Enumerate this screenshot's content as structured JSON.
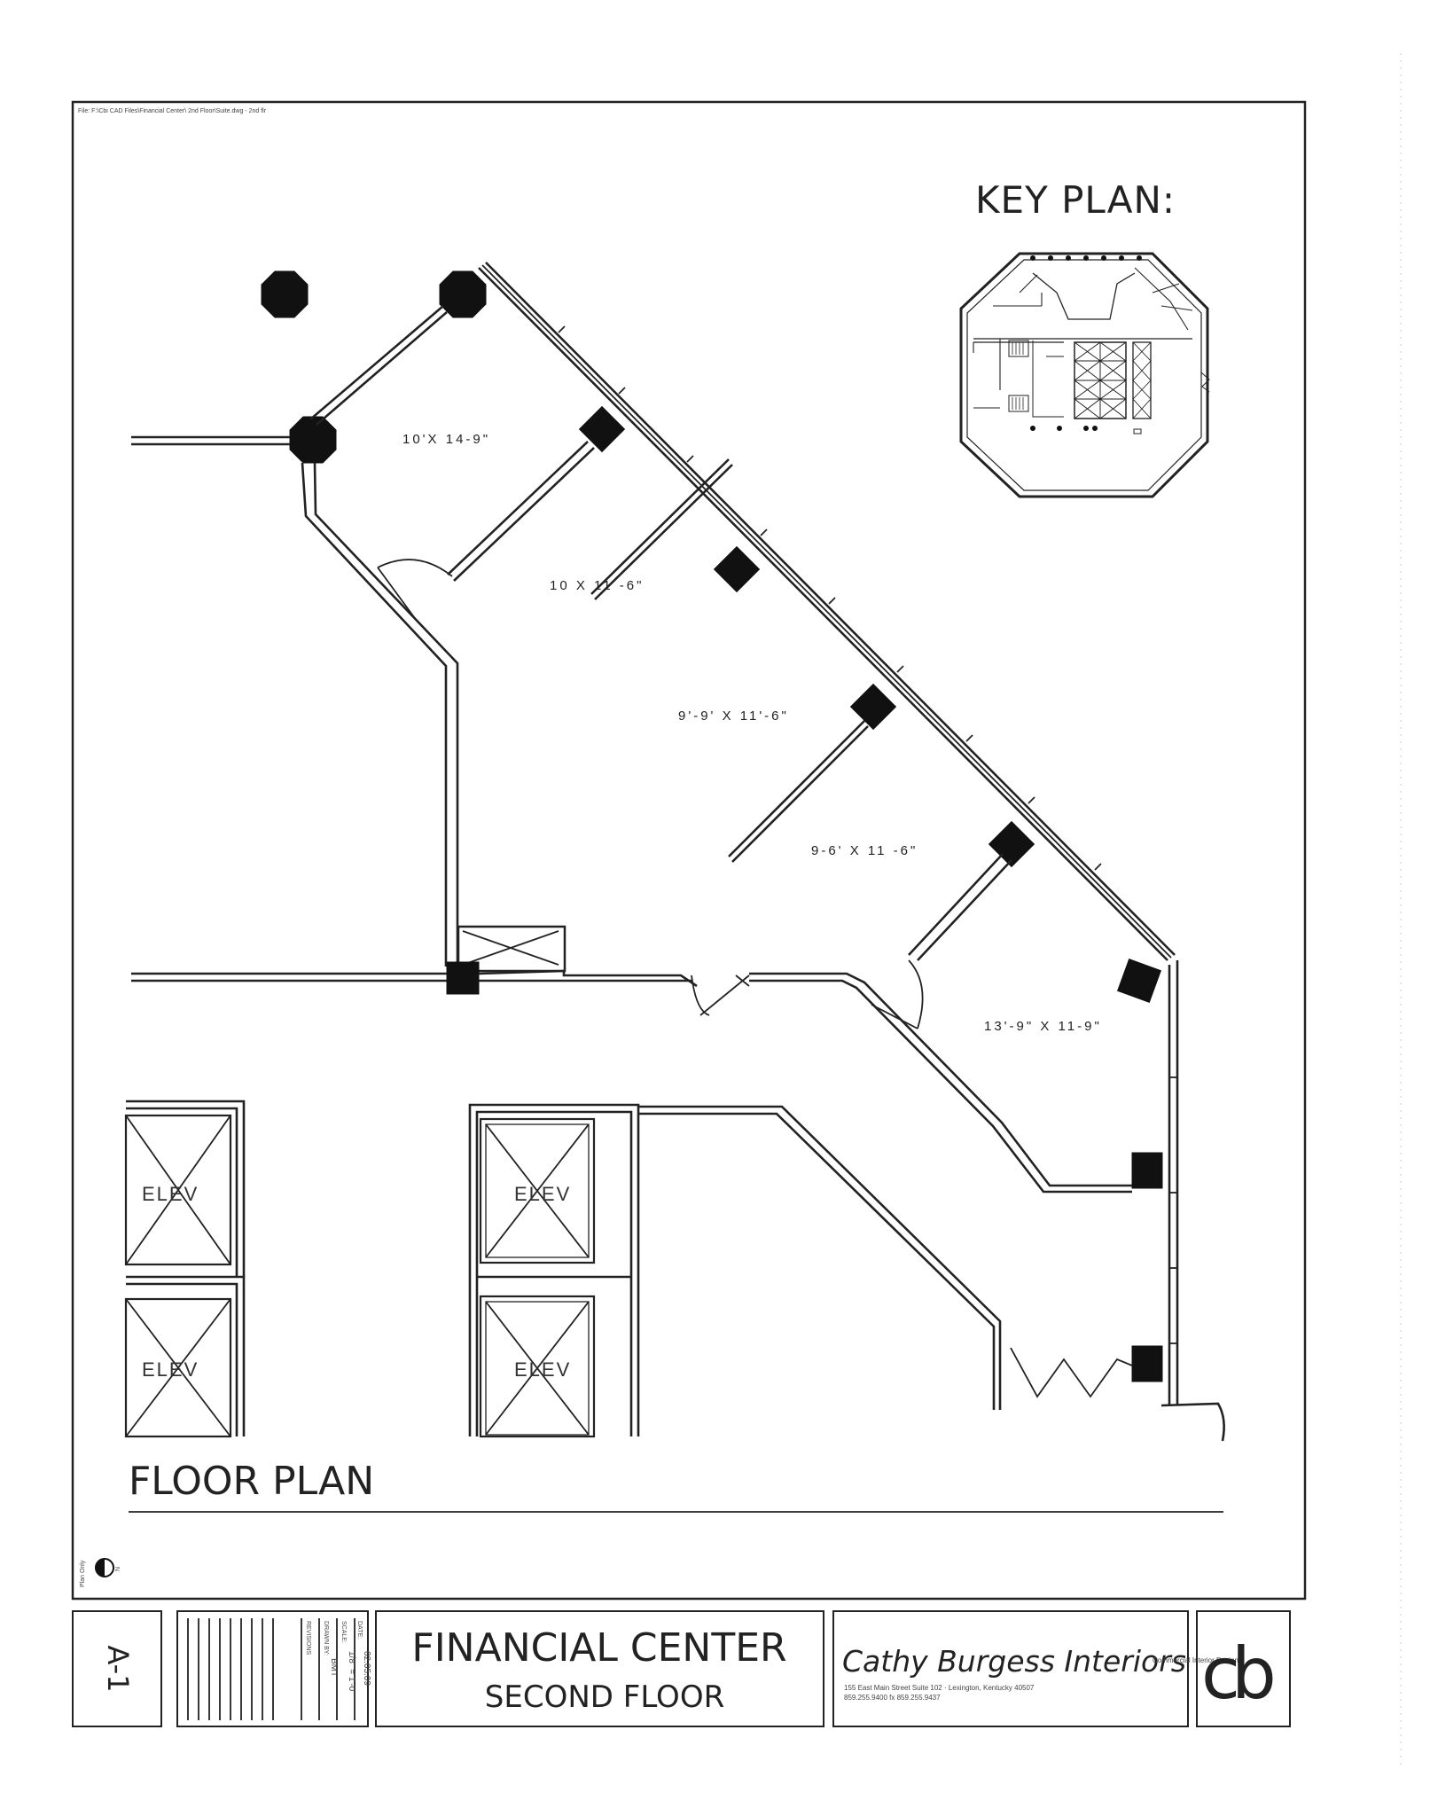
{
  "file_path": "File: F:\\Cbi CAD Files\\Financial Center\\ 2nd Floor\\Suite.dwg - 2nd flr",
  "key_plan_title": "KEY PLAN:",
  "floor_plan_title": "FLOOR PLAN",
  "rooms": [
    {
      "label": "10'X 14-9\""
    },
    {
      "label": "10 X 11 -6\""
    },
    {
      "label": "9'-9' X 11'-6\""
    },
    {
      "label": "9-6' X 11 -6\""
    },
    {
      "label": "13'-9\" X 11-9\""
    }
  ],
  "elevators": [
    "ELEV",
    "ELEV",
    "ELEV",
    "ELEV"
  ],
  "north_arrow": {
    "letter": "N",
    "note": "Plan Only"
  },
  "title_block": {
    "sheet": "A-1",
    "date_label": "DATE:",
    "date": "02.05.09",
    "scale_label": "SCALE:",
    "scale": "1/8\" = 1'-0\"",
    "drawn_label": "DRAWN BY:",
    "drawn": "BMT",
    "revisions_label": "REVISIONS",
    "project_title": "FINANCIAL CENTER",
    "project_subtitle": "SECOND FLOOR",
    "firm": "Cathy Burgess Interiors",
    "address": "155 East Main Street Suite 102 · Lexington, Kentucky 40507",
    "phone": "859.255.9400 fx 859.255.9437",
    "tagline": "Commercial Interior Design",
    "logo": "cb"
  }
}
